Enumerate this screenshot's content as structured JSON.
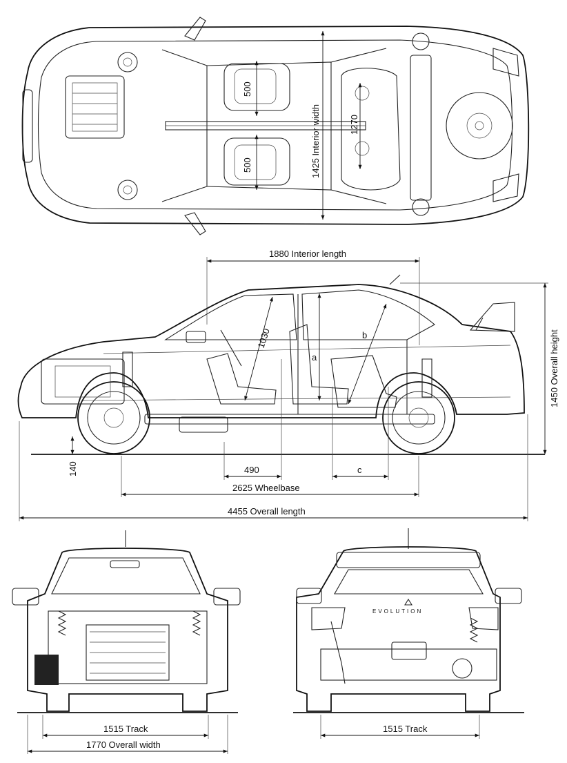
{
  "dimensions": {
    "interior_length": "1880 Interior length",
    "overall_height": "1450 Overall height",
    "interior_width": "1425 Interior width",
    "seat_width_front": "500",
    "seat_width_rear": "500",
    "rear_seat_span": "1270",
    "seat_back_length": "1030",
    "ground_clearance": "140",
    "front_legroom": "490",
    "rear_dim": "c",
    "dim_a": "a",
    "dim_b": "b",
    "wheelbase": "2625 Wheelbase",
    "overall_length": "4455 Overall length",
    "front_track": "1515 Track",
    "rear_track": "1515 Track",
    "overall_width": "1770 Overall width"
  },
  "badges": {
    "rear_badge": "EVOLUTION"
  }
}
